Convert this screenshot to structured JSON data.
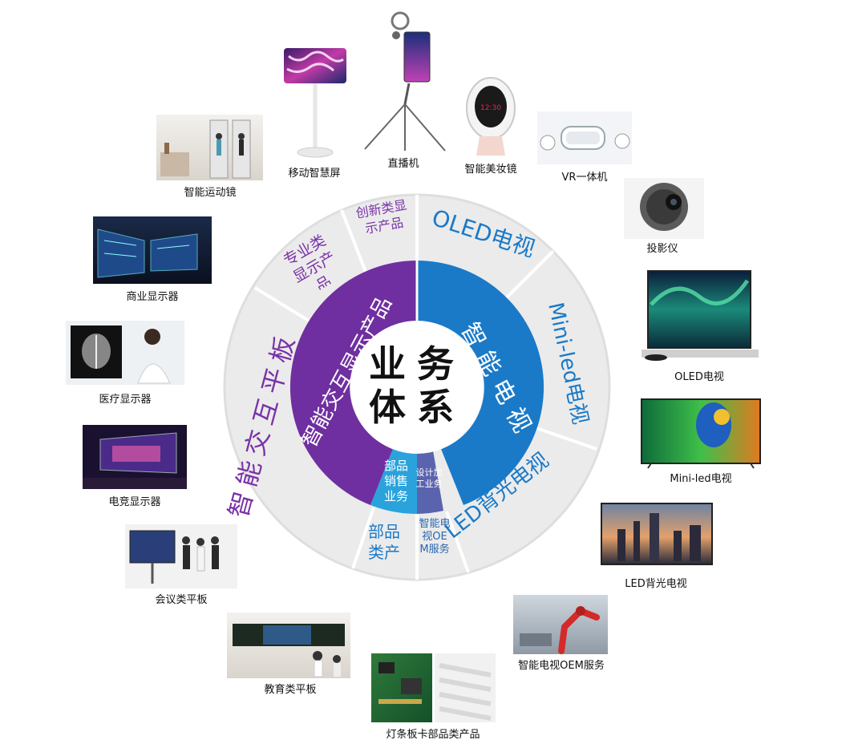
{
  "center": {
    "line1": "业务",
    "line2": "体系"
  },
  "inner_ring": [
    {
      "label": "智能交互显示产品",
      "color": "#6f2fa0"
    },
    {
      "label": "智能电视",
      "color": "#1a7ac8"
    },
    {
      "label": "部品销售业务",
      "color": "#2aa3dc"
    },
    {
      "label": "设计加工业务",
      "color": "#5a63ad"
    }
  ],
  "outer_ring": [
    {
      "label": "OLED电视",
      "color": "#1a7ac8"
    },
    {
      "label": "Mini-led电视",
      "color": "#1a7ac8"
    },
    {
      "label": "LED背光电视",
      "color": "#1a7ac8"
    },
    {
      "label": "智能电视OEM服务",
      "color": "#2a66b0"
    },
    {
      "label": "部品类产品",
      "color": "#1a7ac8"
    },
    {
      "label": "智能交互平板",
      "color": "#7a32a8"
    },
    {
      "label": "专业类显示产品",
      "color": "#7a32a8"
    },
    {
      "label": "创新类显示产品",
      "color": "#7a32a8"
    }
  ],
  "products": [
    {
      "label": "移动智慧屏",
      "icon": "rotating-screen-icon"
    },
    {
      "label": "直播机",
      "icon": "livestream-tripod-icon"
    },
    {
      "label": "智能美妆镜",
      "icon": "beauty-mirror-icon"
    },
    {
      "label": "VR一体机",
      "icon": "vr-headset-icon"
    },
    {
      "label": "投影仪",
      "icon": "projector-icon"
    },
    {
      "label": "OLED电视",
      "icon": "oled-tv-icon"
    },
    {
      "label": "Mini-led电视",
      "icon": "miniled-tv-icon"
    },
    {
      "label": "LED背光电视",
      "icon": "led-tv-icon"
    },
    {
      "label": "智能电视OEM服务",
      "icon": "factory-robot-icon"
    },
    {
      "label": "灯条板卡部品类产品",
      "icon": "circuit-board-icon"
    },
    {
      "label": "教育类平板",
      "icon": "classroom-board-icon"
    },
    {
      "label": "会议类平板",
      "icon": "meeting-panel-icon"
    },
    {
      "label": "电竞显示器",
      "icon": "gaming-monitor-icon"
    },
    {
      "label": "医疗显示器",
      "icon": "medical-monitor-icon"
    },
    {
      "label": "商业显示器",
      "icon": "commercial-display-icon"
    },
    {
      "label": "智能运动镜",
      "icon": "fitness-mirror-icon"
    }
  ],
  "colors": {
    "outer_ring_bg": "#efefef",
    "purple": "#6f2fa0",
    "blue": "#1a7ac8",
    "light_blue": "#2aa3dc",
    "slate": "#5a63ad"
  }
}
